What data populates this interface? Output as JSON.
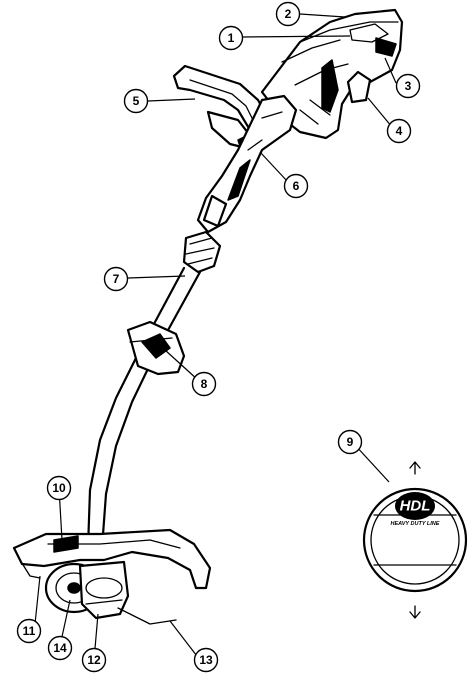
{
  "callouts": [
    {
      "id": "c1",
      "label": "1"
    },
    {
      "id": "c2",
      "label": "2"
    },
    {
      "id": "c3",
      "label": "3"
    },
    {
      "id": "c4",
      "label": "4"
    },
    {
      "id": "c5",
      "label": "5"
    },
    {
      "id": "c6",
      "label": "6"
    },
    {
      "id": "c7",
      "label": "7"
    },
    {
      "id": "c8",
      "label": "8"
    },
    {
      "id": "c9",
      "label": "9"
    },
    {
      "id": "c10",
      "label": "10"
    },
    {
      "id": "c11",
      "label": "11"
    },
    {
      "id": "c12",
      "label": "12"
    },
    {
      "id": "c13",
      "label": "13"
    },
    {
      "id": "c14",
      "label": "14"
    }
  ],
  "spool_cap": {
    "logo": "HDL",
    "subtitle": "HEAVY DUTY LINE"
  }
}
